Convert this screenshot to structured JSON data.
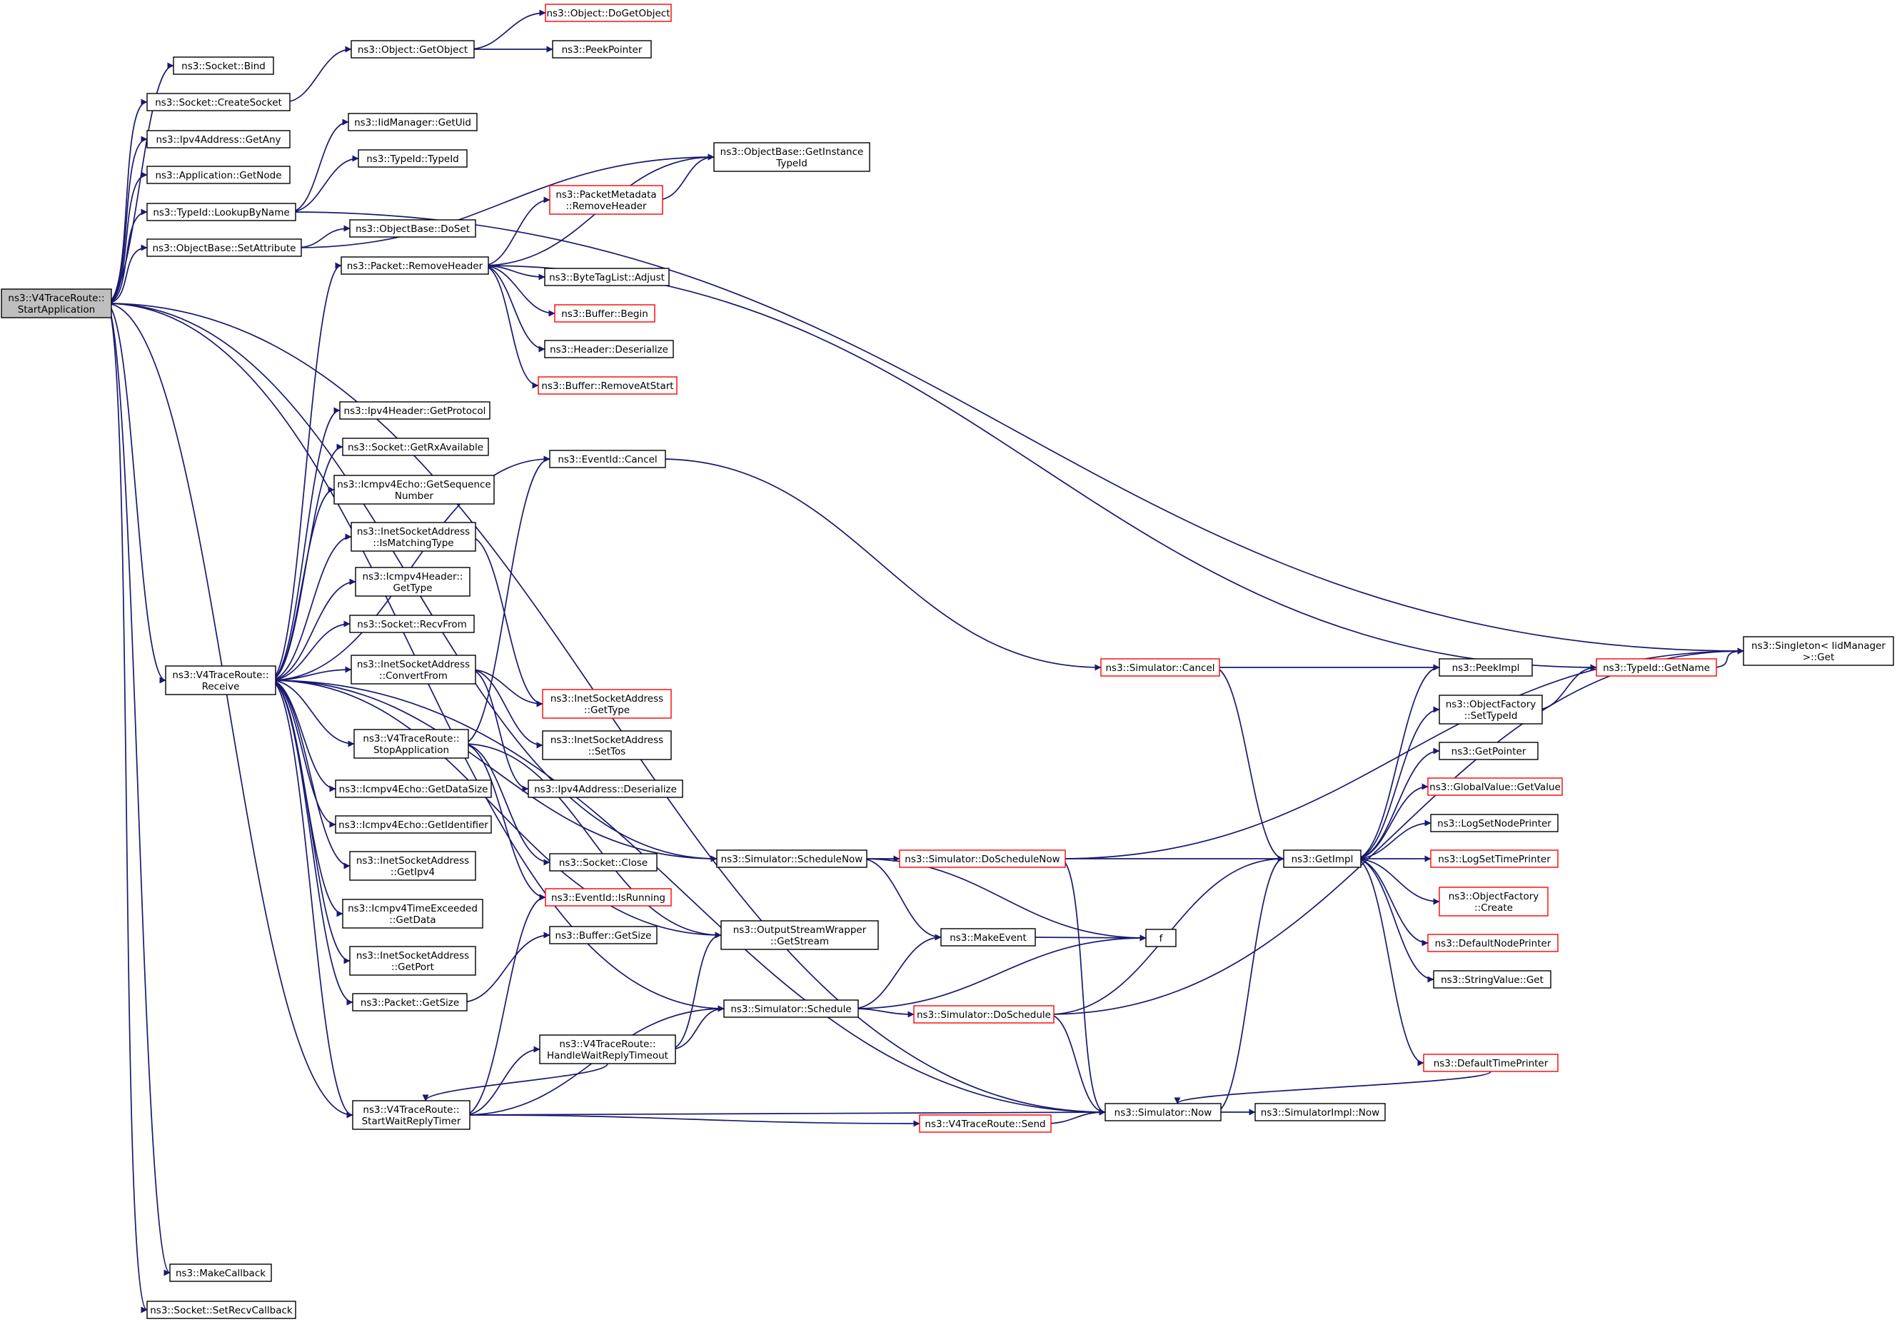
{
  "diagram": {
    "nodes": [
      {
        "id": "root",
        "lines": [
          "ns3::V4TraceRoute::",
          "StartApplication"
        ],
        "style": "root"
      },
      {
        "id": "bind",
        "lines": [
          "ns3::Socket::Bind"
        ],
        "style": "black"
      },
      {
        "id": "createsocket",
        "lines": [
          "ns3::Socket::CreateSocket"
        ],
        "style": "black"
      },
      {
        "id": "getany",
        "lines": [
          "ns3::Ipv4Address::GetAny"
        ],
        "style": "black"
      },
      {
        "id": "getnode",
        "lines": [
          "ns3::Application::GetNode"
        ],
        "style": "black"
      },
      {
        "id": "lookupbyname",
        "lines": [
          "ns3::TypeId::LookupByName"
        ],
        "style": "black"
      },
      {
        "id": "setattribute",
        "lines": [
          "ns3::ObjectBase::SetAttribute"
        ],
        "style": "black"
      },
      {
        "id": "receive",
        "lines": [
          "ns3::V4TraceRoute::",
          "Receive"
        ],
        "style": "black"
      },
      {
        "id": "makecallback",
        "lines": [
          "ns3::MakeCallback"
        ],
        "style": "black"
      },
      {
        "id": "setrecvcallback",
        "lines": [
          "ns3::Socket::SetRecvCallback"
        ],
        "style": "black"
      },
      {
        "id": "getobject",
        "lines": [
          "ns3::Object::GetObject"
        ],
        "style": "black"
      },
      {
        "id": "dogetobject",
        "lines": [
          "ns3::Object::DoGetObject"
        ],
        "style": "red"
      },
      {
        "id": "peekpointer",
        "lines": [
          "ns3::PeekPointer"
        ],
        "style": "black"
      },
      {
        "id": "getuid",
        "lines": [
          "ns3::IidManager::GetUid"
        ],
        "style": "black"
      },
      {
        "id": "typeid",
        "lines": [
          "ns3::TypeId::TypeId"
        ],
        "style": "black"
      },
      {
        "id": "doset",
        "lines": [
          "ns3::ObjectBase::DoSet"
        ],
        "style": "black"
      },
      {
        "id": "removeheader",
        "lines": [
          "ns3::Packet::RemoveHeader"
        ],
        "style": "black"
      },
      {
        "id": "getinstancetypeid",
        "lines": [
          "ns3::ObjectBase::GetInstance",
          "TypeId"
        ],
        "style": "black"
      },
      {
        "id": "pmremoveheader",
        "lines": [
          "ns3::PacketMetadata",
          "::RemoveHeader"
        ],
        "style": "red"
      },
      {
        "id": "adjust",
        "lines": [
          "ns3::ByteTagList::Adjust"
        ],
        "style": "black"
      },
      {
        "id": "begin",
        "lines": [
          "ns3::Buffer::Begin"
        ],
        "style": "red"
      },
      {
        "id": "deserialize",
        "lines": [
          "ns3::Header::Deserialize"
        ],
        "style": "black"
      },
      {
        "id": "removeatstart",
        "lines": [
          "ns3::Buffer::RemoveAtStart"
        ],
        "style": "red"
      },
      {
        "id": "getprotocol",
        "lines": [
          "ns3::Ipv4Header::GetProtocol"
        ],
        "style": "black"
      },
      {
        "id": "getrxavailable",
        "lines": [
          "ns3::Socket::GetRxAvailable"
        ],
        "style": "black"
      },
      {
        "id": "getsequencenumber",
        "lines": [
          "ns3::Icmpv4Echo::GetSequence",
          "Number"
        ],
        "style": "black"
      },
      {
        "id": "ismatchingtype",
        "lines": [
          "ns3::InetSocketAddress",
          "::IsMatchingType"
        ],
        "style": "black"
      },
      {
        "id": "icmpgettype",
        "lines": [
          "ns3::Icmpv4Header::",
          "GetType"
        ],
        "style": "black"
      },
      {
        "id": "recvfrom",
        "lines": [
          "ns3::Socket::RecvFrom"
        ],
        "style": "black"
      },
      {
        "id": "convertfrom",
        "lines": [
          "ns3::InetSocketAddress",
          "::ConvertFrom"
        ],
        "style": "black"
      },
      {
        "id": "stopapplication",
        "lines": [
          "ns3::V4TraceRoute::",
          "StopApplication"
        ],
        "style": "black"
      },
      {
        "id": "getdatasize",
        "lines": [
          "ns3::Icmpv4Echo::GetDataSize"
        ],
        "style": "black"
      },
      {
        "id": "getidentifier",
        "lines": [
          "ns3::Icmpv4Echo::GetIdentifier"
        ],
        "style": "black"
      },
      {
        "id": "getipv4",
        "lines": [
          "ns3::InetSocketAddress",
          "::GetIpv4"
        ],
        "style": "black"
      },
      {
        "id": "timeexceededgetdata",
        "lines": [
          "ns3::Icmpv4TimeExceeded",
          "::GetData"
        ],
        "style": "black"
      },
      {
        "id": "getport",
        "lines": [
          "ns3::InetSocketAddress",
          "::GetPort"
        ],
        "style": "black"
      },
      {
        "id": "packetgetsize",
        "lines": [
          "ns3::Packet::GetSize"
        ],
        "style": "black"
      },
      {
        "id": "startwaitreplytimer",
        "lines": [
          "ns3::V4TraceRoute::",
          "StartWaitReplyTimer"
        ],
        "style": "black"
      },
      {
        "id": "eventcancel",
        "lines": [
          "ns3::EventId::Cancel"
        ],
        "style": "black"
      },
      {
        "id": "inetgettype",
        "lines": [
          "ns3::InetSocketAddress",
          "::GetType"
        ],
        "style": "red"
      },
      {
        "id": "settos",
        "lines": [
          "ns3::InetSocketAddress",
          "::SetTos"
        ],
        "style": "black"
      },
      {
        "id": "ipv4deserialize",
        "lines": [
          "ns3::Ipv4Address::Deserialize"
        ],
        "style": "black"
      },
      {
        "id": "socketclose",
        "lines": [
          "ns3::Socket::Close"
        ],
        "style": "black"
      },
      {
        "id": "isrunning",
        "lines": [
          "ns3::EventId::IsRunning"
        ],
        "style": "red"
      },
      {
        "id": "buffergetsize",
        "lines": [
          "ns3::Buffer::GetSize"
        ],
        "style": "black"
      },
      {
        "id": "handlewaitreplytimeout",
        "lines": [
          "ns3::V4TraceRoute::",
          "HandleWaitReplyTimeout"
        ],
        "style": "black"
      },
      {
        "id": "schedulenow",
        "lines": [
          "ns3::Simulator::ScheduleNow"
        ],
        "style": "black"
      },
      {
        "id": "getstream",
        "lines": [
          "ns3::OutputStreamWrapper",
          "::GetStream"
        ],
        "style": "black"
      },
      {
        "id": "schedule",
        "lines": [
          "ns3::Simulator::Schedule"
        ],
        "style": "black"
      },
      {
        "id": "send",
        "lines": [
          "ns3::V4TraceRoute::Send"
        ],
        "style": "red"
      },
      {
        "id": "simcancel",
        "lines": [
          "ns3::Simulator::Cancel"
        ],
        "style": "red"
      },
      {
        "id": "doschedulenow",
        "lines": [
          "ns3::Simulator::DoScheduleNow"
        ],
        "style": "red"
      },
      {
        "id": "makeevent",
        "lines": [
          "ns3::MakeEvent"
        ],
        "style": "black"
      },
      {
        "id": "doschedule",
        "lines": [
          "ns3::Simulator::DoSchedule"
        ],
        "style": "red"
      },
      {
        "id": "simnow",
        "lines": [
          "ns3::Simulator::Now"
        ],
        "style": "black"
      },
      {
        "id": "f",
        "lines": [
          "f"
        ],
        "style": "black"
      },
      {
        "id": "getimpl",
        "lines": [
          "ns3::GetImpl"
        ],
        "style": "black"
      },
      {
        "id": "simimplnow",
        "lines": [
          "ns3::SimulatorImpl::Now"
        ],
        "style": "black"
      },
      {
        "id": "peekimpl",
        "lines": [
          "ns3::PeekImpl"
        ],
        "style": "black"
      },
      {
        "id": "settypeid",
        "lines": [
          "ns3::ObjectFactory",
          "::SetTypeId"
        ],
        "style": "black"
      },
      {
        "id": "getpointer",
        "lines": [
          "ns3::GetPointer"
        ],
        "style": "black"
      },
      {
        "id": "globalgetvalue",
        "lines": [
          "ns3::GlobalValue::GetValue"
        ],
        "style": "red"
      },
      {
        "id": "logsetnodeprinter",
        "lines": [
          "ns3::LogSetNodePrinter"
        ],
        "style": "black"
      },
      {
        "id": "logsettimeprinter",
        "lines": [
          "ns3::LogSetTimePrinter"
        ],
        "style": "red"
      },
      {
        "id": "factorycreate",
        "lines": [
          "ns3::ObjectFactory",
          "::Create"
        ],
        "style": "red"
      },
      {
        "id": "defaultnodeprinter",
        "lines": [
          "ns3::DefaultNodePrinter"
        ],
        "style": "red"
      },
      {
        "id": "stringvalueget",
        "lines": [
          "ns3::StringValue::Get"
        ],
        "style": "black"
      },
      {
        "id": "defaulttimeprinter",
        "lines": [
          "ns3::DefaultTimePrinter"
        ],
        "style": "red"
      },
      {
        "id": "typeidgetname",
        "lines": [
          "ns3::TypeId::GetName"
        ],
        "style": "red"
      },
      {
        "id": "singletonget",
        "lines": [
          "ns3::Singleton< IidManager",
          ">::Get"
        ],
        "style": "black"
      }
    ],
    "edges": [
      [
        "root",
        "bind"
      ],
      [
        "root",
        "createsocket"
      ],
      [
        "root",
        "getany"
      ],
      [
        "root",
        "getnode"
      ],
      [
        "root",
        "lookupbyname"
      ],
      [
        "root",
        "setattribute"
      ],
      [
        "root",
        "receive"
      ],
      [
        "root",
        "makecallback"
      ],
      [
        "root",
        "setrecvcallback"
      ],
      [
        "root",
        "schedulenow"
      ],
      [
        "root",
        "schedule"
      ],
      [
        "root",
        "startwaitreplytimer"
      ],
      [
        "root",
        "simnow"
      ],
      [
        "createsocket",
        "getobject"
      ],
      [
        "getobject",
        "dogetobject"
      ],
      [
        "getobject",
        "peekpointer"
      ],
      [
        "lookupbyname",
        "getuid"
      ],
      [
        "lookupbyname",
        "typeid"
      ],
      [
        "lookupbyname",
        "singletonget"
      ],
      [
        "setattribute",
        "doset"
      ],
      [
        "setattribute",
        "getinstancetypeid"
      ],
      [
        "receive",
        "removeheader"
      ],
      [
        "receive",
        "eventcancel"
      ],
      [
        "receive",
        "getprotocol"
      ],
      [
        "receive",
        "getrxavailable"
      ],
      [
        "receive",
        "getsequencenumber"
      ],
      [
        "receive",
        "ismatchingtype"
      ],
      [
        "receive",
        "icmpgettype"
      ],
      [
        "receive",
        "recvfrom"
      ],
      [
        "receive",
        "convertfrom"
      ],
      [
        "receive",
        "stopapplication"
      ],
      [
        "receive",
        "getdatasize"
      ],
      [
        "receive",
        "getidentifier"
      ],
      [
        "receive",
        "getipv4"
      ],
      [
        "receive",
        "timeexceededgetdata"
      ],
      [
        "receive",
        "getport"
      ],
      [
        "receive",
        "packetgetsize"
      ],
      [
        "receive",
        "startwaitreplytimer"
      ],
      [
        "receive",
        "schedulenow"
      ],
      [
        "receive",
        "getstream"
      ],
      [
        "receive",
        "simnow"
      ],
      [
        "removeheader",
        "getinstancetypeid"
      ],
      [
        "removeheader",
        "pmremoveheader"
      ],
      [
        "removeheader",
        "adjust"
      ],
      [
        "removeheader",
        "begin"
      ],
      [
        "removeheader",
        "deserialize"
      ],
      [
        "removeheader",
        "removeatstart"
      ],
      [
        "removeheader",
        "typeidgetname"
      ],
      [
        "pmremoveheader",
        "getinstancetypeid"
      ],
      [
        "ismatchingtype",
        "inetgettype"
      ],
      [
        "convertfrom",
        "inetgettype"
      ],
      [
        "convertfrom",
        "settos"
      ],
      [
        "convertfrom",
        "ipv4deserialize"
      ],
      [
        "stopapplication",
        "eventcancel"
      ],
      [
        "stopapplication",
        "socketclose"
      ],
      [
        "stopapplication",
        "isrunning"
      ],
      [
        "stopapplication",
        "getstream"
      ],
      [
        "packetgetsize",
        "buffergetsize"
      ],
      [
        "startwaitreplytimer",
        "isrunning"
      ],
      [
        "startwaitreplytimer",
        "handlewaitreplytimeout"
      ],
      [
        "startwaitreplytimer",
        "schedule"
      ],
      [
        "startwaitreplytimer",
        "send"
      ],
      [
        "startwaitreplytimer",
        "simnow"
      ],
      [
        "handlewaitreplytimeout",
        "startwaitreplytimer"
      ],
      [
        "handlewaitreplytimeout",
        "getstream"
      ],
      [
        "handlewaitreplytimeout",
        "schedule"
      ],
      [
        "eventcancel",
        "simcancel"
      ],
      [
        "schedulenow",
        "doschedulenow"
      ],
      [
        "schedulenow",
        "makeevent"
      ],
      [
        "schedulenow",
        "f"
      ],
      [
        "schedule",
        "makeevent"
      ],
      [
        "schedule",
        "doschedule"
      ],
      [
        "schedule",
        "f"
      ],
      [
        "makeevent",
        "f"
      ],
      [
        "doschedulenow",
        "getimpl"
      ],
      [
        "doschedulenow",
        "simnow"
      ],
      [
        "doschedulenow",
        "singletonget"
      ],
      [
        "doschedule",
        "getimpl"
      ],
      [
        "doschedule",
        "simnow"
      ],
      [
        "doschedule",
        "singletonget"
      ],
      [
        "send",
        "simnow"
      ],
      [
        "simcancel",
        "peekimpl"
      ],
      [
        "simcancel",
        "getimpl"
      ],
      [
        "simnow",
        "getimpl"
      ],
      [
        "simnow",
        "simimplnow"
      ],
      [
        "getimpl",
        "peekimpl"
      ],
      [
        "getimpl",
        "settypeid"
      ],
      [
        "getimpl",
        "getpointer"
      ],
      [
        "getimpl",
        "globalgetvalue"
      ],
      [
        "getimpl",
        "logsetnodeprinter"
      ],
      [
        "getimpl",
        "logsettimeprinter"
      ],
      [
        "getimpl",
        "factorycreate"
      ],
      [
        "getimpl",
        "defaultnodeprinter"
      ],
      [
        "getimpl",
        "stringvalueget"
      ],
      [
        "getimpl",
        "defaulttimeprinter"
      ],
      [
        "defaulttimeprinter",
        "simnow"
      ],
      [
        "settypeid",
        "typeidgetname"
      ],
      [
        "typeidgetname",
        "singletonget"
      ]
    ]
  }
}
